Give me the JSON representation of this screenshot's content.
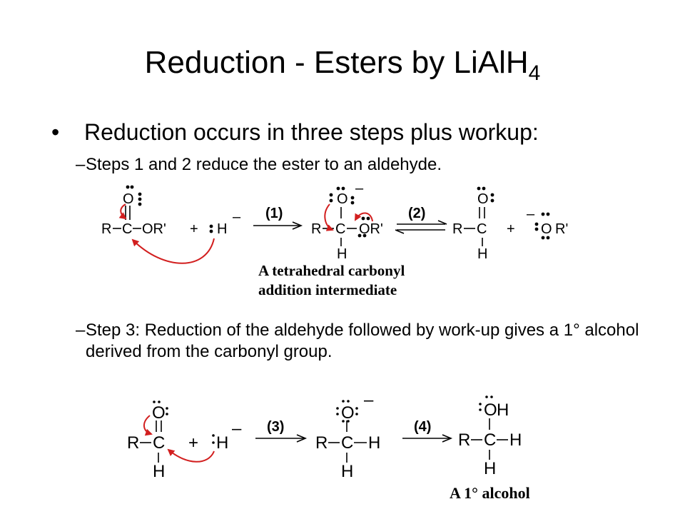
{
  "slide": {
    "title_main": "Reduction - Esters by LiAlH",
    "title_sub": "4",
    "bullet": "Reduction occurs in three steps plus workup:",
    "sub_points": [
      "Steps 1 and 2 reduce the ester to an aldehyde.",
      "Step 3: Reduction of the aldehyde followed by work-up gives a 1° alcohol derived from the carbonyl group."
    ],
    "bullet_glyph": "•",
    "dash_glyph": "–"
  },
  "scheme1": {
    "ester": {
      "R": "R",
      "C": "C",
      "O": "O",
      "OR": "OR'"
    },
    "hydride": {
      "H": "H",
      "charge": "–",
      "plus": "+"
    },
    "step1": "(1)",
    "step2": "(2)",
    "intermediate": {
      "R": "R",
      "C": "C",
      "O": "O",
      "OR": "OR'",
      "H": "H",
      "charge": "–"
    },
    "intermediate_label_line1": "A tetrahedral carbonyl",
    "intermediate_label_line2": "addition intermediate",
    "aldehyde": {
      "R": "R",
      "C": "C",
      "O": "O",
      "H": "H"
    },
    "alkoxide": {
      "O": "O",
      "R": "R'",
      "charge": "–",
      "plus": "+"
    }
  },
  "scheme2": {
    "aldehyde": {
      "R": "R",
      "C": "C",
      "O": "O",
      "H": "H"
    },
    "hydride": {
      "H": "H",
      "charge": "–",
      "plus": "+"
    },
    "step3": "(3)",
    "step4": "(4)",
    "alkoxide": {
      "R": "R",
      "C": "C",
      "O": "O",
      "H": "H",
      "H2": "H",
      "charge": "–"
    },
    "alcohol": {
      "R": "R",
      "C": "C",
      "O": "O",
      "OH_H": "H",
      "H": "H",
      "H2": "H"
    },
    "alcohol_label": "A 1° alcohol"
  },
  "colors": {
    "arrow_red": "#d21f1f",
    "text": "#000000"
  }
}
